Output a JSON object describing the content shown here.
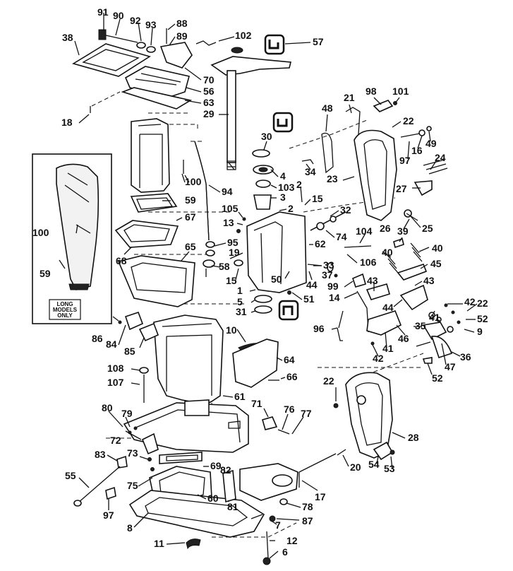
{
  "callouts": [
    {
      "id": "91",
      "text": "91"
    },
    {
      "id": "90",
      "text": "90"
    },
    {
      "id": "92",
      "text": "92"
    },
    {
      "id": "93",
      "text": "93"
    },
    {
      "id": "88",
      "text": "88"
    },
    {
      "id": "89",
      "text": "89"
    },
    {
      "id": "102",
      "text": "102"
    },
    {
      "id": "57",
      "text": "57"
    },
    {
      "id": "38",
      "text": "38"
    },
    {
      "id": "70",
      "text": "70"
    },
    {
      "id": "56",
      "text": "56"
    },
    {
      "id": "63",
      "text": "63"
    },
    {
      "id": "18",
      "text": "18"
    },
    {
      "id": "29",
      "text": "29"
    },
    {
      "id": "21",
      "text": "21"
    },
    {
      "id": "98",
      "text": "98"
    },
    {
      "id": "101",
      "text": "101"
    },
    {
      "id": "48",
      "text": "48"
    },
    {
      "id": "22a",
      "text": "22"
    },
    {
      "id": "30",
      "text": "30"
    },
    {
      "id": "49",
      "text": "49"
    },
    {
      "id": "16",
      "text": "16"
    },
    {
      "id": "24",
      "text": "24"
    },
    {
      "id": "97a",
      "text": "97"
    },
    {
      "id": "34",
      "text": "34"
    },
    {
      "id": "4",
      "text": "4"
    },
    {
      "id": "23",
      "text": "23"
    },
    {
      "id": "100a",
      "text": "100"
    },
    {
      "id": "103",
      "text": "103"
    },
    {
      "id": "2a",
      "text": "2"
    },
    {
      "id": "27",
      "text": "27"
    },
    {
      "id": "3",
      "text": "3"
    },
    {
      "id": "15a",
      "text": "15"
    },
    {
      "id": "94",
      "text": "94"
    },
    {
      "id": "59a",
      "text": "59"
    },
    {
      "id": "2b",
      "text": "2"
    },
    {
      "id": "32",
      "text": "32"
    },
    {
      "id": "105",
      "text": "105"
    },
    {
      "id": "67",
      "text": "67"
    },
    {
      "id": "13",
      "text": "13"
    },
    {
      "id": "26",
      "text": "26"
    },
    {
      "id": "25",
      "text": "25"
    },
    {
      "id": "74",
      "text": "74"
    },
    {
      "id": "100b",
      "text": "100"
    },
    {
      "id": "39",
      "text": "39"
    },
    {
      "id": "104",
      "text": "104"
    },
    {
      "id": "68",
      "text": "68"
    },
    {
      "id": "65",
      "text": "65"
    },
    {
      "id": "95",
      "text": "95"
    },
    {
      "id": "62",
      "text": "62"
    },
    {
      "id": "40a",
      "text": "40"
    },
    {
      "id": "40b",
      "text": "40"
    },
    {
      "id": "19",
      "text": "19"
    },
    {
      "id": "106",
      "text": "106"
    },
    {
      "id": "58",
      "text": "58"
    },
    {
      "id": "33",
      "text": "33"
    },
    {
      "id": "45",
      "text": "45"
    },
    {
      "id": "59b",
      "text": "59"
    },
    {
      "id": "37",
      "text": "37"
    },
    {
      "id": "15b",
      "text": "15"
    },
    {
      "id": "50",
      "text": "50"
    },
    {
      "id": "44a",
      "text": "44"
    },
    {
      "id": "99",
      "text": "99"
    },
    {
      "id": "43a",
      "text": "43"
    },
    {
      "id": "43b",
      "text": "43"
    },
    {
      "id": "1",
      "text": "1"
    },
    {
      "id": "5",
      "text": "5"
    },
    {
      "id": "51",
      "text": "51"
    },
    {
      "id": "14",
      "text": "14"
    },
    {
      "id": "42a",
      "text": "42"
    },
    {
      "id": "31",
      "text": "31"
    },
    {
      "id": "44b",
      "text": "44"
    },
    {
      "id": "22b",
      "text": "22"
    },
    {
      "id": "41a",
      "text": "41"
    },
    {
      "id": "52a",
      "text": "52"
    },
    {
      "id": "86",
      "text": "86"
    },
    {
      "id": "10",
      "text": "10"
    },
    {
      "id": "96",
      "text": "96"
    },
    {
      "id": "35",
      "text": "35"
    },
    {
      "id": "84",
      "text": "84"
    },
    {
      "id": "46",
      "text": "46"
    },
    {
      "id": "9",
      "text": "9"
    },
    {
      "id": "85",
      "text": "85"
    },
    {
      "id": "41b",
      "text": "41"
    },
    {
      "id": "36",
      "text": "36"
    },
    {
      "id": "64",
      "text": "64"
    },
    {
      "id": "42b",
      "text": "42"
    },
    {
      "id": "47",
      "text": "47"
    },
    {
      "id": "108",
      "text": "108"
    },
    {
      "id": "66",
      "text": "66"
    },
    {
      "id": "52b",
      "text": "52"
    },
    {
      "id": "107",
      "text": "107"
    },
    {
      "id": "22c",
      "text": "22"
    },
    {
      "id": "61",
      "text": "61"
    },
    {
      "id": "80",
      "text": "80"
    },
    {
      "id": "71",
      "text": "71"
    },
    {
      "id": "76",
      "text": "76"
    },
    {
      "id": "77",
      "text": "77"
    },
    {
      "id": "79",
      "text": "79"
    },
    {
      "id": "72",
      "text": "72"
    },
    {
      "id": "28",
      "text": "28"
    },
    {
      "id": "73",
      "text": "73"
    },
    {
      "id": "83",
      "text": "83"
    },
    {
      "id": "69",
      "text": "69"
    },
    {
      "id": "82",
      "text": "82"
    },
    {
      "id": "20",
      "text": "20"
    },
    {
      "id": "54",
      "text": "54"
    },
    {
      "id": "53",
      "text": "53"
    },
    {
      "id": "55",
      "text": "55"
    },
    {
      "id": "75",
      "text": "75"
    },
    {
      "id": "17",
      "text": "17"
    },
    {
      "id": "60",
      "text": "60"
    },
    {
      "id": "81",
      "text": "81"
    },
    {
      "id": "78",
      "text": "78"
    },
    {
      "id": "97b",
      "text": "97"
    },
    {
      "id": "8",
      "text": "8"
    },
    {
      "id": "87",
      "text": "87"
    },
    {
      "id": "7",
      "text": "7"
    },
    {
      "id": "11",
      "text": "11"
    },
    {
      "id": "12",
      "text": "12"
    },
    {
      "id": "6",
      "text": "6"
    }
  ],
  "inset_note": {
    "line1": "LONG",
    "line2": "MODELS",
    "line3": "ONLY"
  }
}
